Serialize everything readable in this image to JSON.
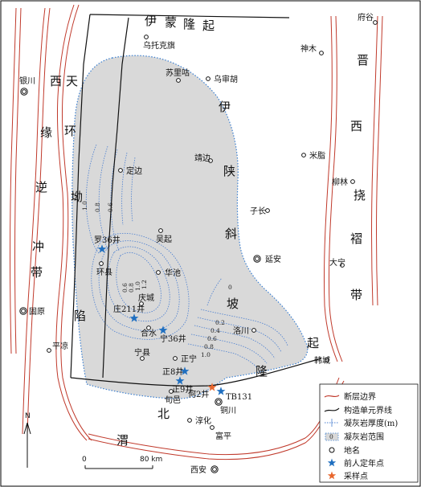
{
  "structural_units": [
    {
      "id": "yimeng",
      "text": "伊蒙隆起"
    },
    {
      "id": "xiyuan",
      "text": "西缘逆冲带"
    },
    {
      "id": "tianhuan",
      "text": "天环坳陷"
    },
    {
      "id": "yishan",
      "text": "伊陕斜坡"
    },
    {
      "id": "jinxi",
      "text": "晋西挠褶带"
    },
    {
      "id": "weibei",
      "text": "渭北隆起"
    }
  ],
  "places": [
    {
      "id": "fugu",
      "text": "府谷"
    },
    {
      "id": "wutuokeqi",
      "text": "乌托克旗"
    },
    {
      "id": "shenmu",
      "text": "神木"
    },
    {
      "id": "yinchuan",
      "text": "银川"
    },
    {
      "id": "sulige",
      "text": "苏里咕"
    },
    {
      "id": "wushenhu",
      "text": "乌审胡"
    },
    {
      "id": "mizhi",
      "text": "米脂"
    },
    {
      "id": "dingbian",
      "text": "定边"
    },
    {
      "id": "jingbian",
      "text": "靖边"
    },
    {
      "id": "liulin",
      "text": "柳林"
    },
    {
      "id": "zichang",
      "text": "子长"
    },
    {
      "id": "wuqi",
      "text": "吴起"
    },
    {
      "id": "huanxian",
      "text": "环县"
    },
    {
      "id": "yanan",
      "text": "延安"
    },
    {
      "id": "daning",
      "text": "大宁"
    },
    {
      "id": "huachi",
      "text": "华池"
    },
    {
      "id": "qingcheng",
      "text": "庆城"
    },
    {
      "id": "heshui",
      "text": "合水"
    },
    {
      "id": "guyuan",
      "text": "固原"
    },
    {
      "id": "luochuan",
      "text": "洛川"
    },
    {
      "id": "ningxian",
      "text": "宁县"
    },
    {
      "id": "pingliang",
      "text": "平凉"
    },
    {
      "id": "zhengning",
      "text": "正宁"
    },
    {
      "id": "hancheng",
      "text": "韩城"
    },
    {
      "id": "xunyi",
      "text": "旬邑"
    },
    {
      "id": "tongchuan",
      "text": "铜川"
    },
    {
      "id": "chunhua",
      "text": "淳化"
    },
    {
      "id": "fuping",
      "text": "富平"
    },
    {
      "id": "xian",
      "text": "西安"
    }
  ],
  "wells": [
    {
      "id": "luo36",
      "text": "罗36井",
      "type": "previous"
    },
    {
      "id": "zhuang211",
      "text": "庄211井",
      "type": "previous"
    },
    {
      "id": "ning36",
      "text": "宁36井",
      "type": "previous"
    },
    {
      "id": "zheng8",
      "text": "正8井",
      "type": "previous"
    },
    {
      "id": "zheng9",
      "text": "正9井",
      "type": "previous"
    },
    {
      "id": "he2",
      "text": "何2井",
      "type": "sample"
    },
    {
      "id": "tb131",
      "text": "TB131",
      "type": "previous"
    }
  ],
  "isopach_labels": {
    "west": [
      "1.0",
      "0.8",
      "0.6"
    ],
    "center": [
      "0.6",
      "0.8",
      "1.0",
      "1.2"
    ],
    "east": [
      "0.2",
      "0.4",
      "0.6",
      "0.8",
      "1.0"
    ],
    "zero": "0"
  },
  "scale": {
    "zero": "0",
    "end": "80 km"
  },
  "north": "N",
  "legend": [
    {
      "id": "fault",
      "text": "断层边界"
    },
    {
      "id": "unit-boundary",
      "text": "构造单元界线"
    },
    {
      "id": "isopach",
      "text": "凝灰岩厚度(m)"
    },
    {
      "id": "tuff-range",
      "text": "凝灰岩范围"
    },
    {
      "id": "place",
      "text": "地名"
    },
    {
      "id": "prev-age",
      "text": "前人定年点"
    },
    {
      "id": "sample",
      "text": "采样点"
    }
  ],
  "colors": {
    "tuff_fill": "#d9d9d9",
    "boundary_dots": "#3b7fd0",
    "isopach": "#4a7ed0",
    "fault": "#c0392b",
    "unit_line": "#111111",
    "star_prev": "#1f6fc0",
    "star_sample": "#e8662c"
  }
}
